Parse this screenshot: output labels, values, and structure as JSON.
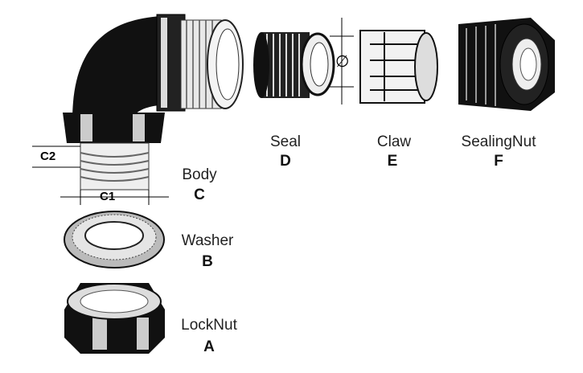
{
  "parts": [
    {
      "name": "Seal",
      "letter": "D"
    },
    {
      "name": "Claw",
      "letter": "E"
    },
    {
      "name": "SealingNut",
      "letter": "F"
    },
    {
      "name": "Body",
      "letter": "C"
    },
    {
      "name": "Washer",
      "letter": "B"
    },
    {
      "name": "LockNut",
      "letter": "A"
    }
  ],
  "dimensions": {
    "c1": "C1",
    "c2": "C2",
    "diameter": "∅"
  }
}
